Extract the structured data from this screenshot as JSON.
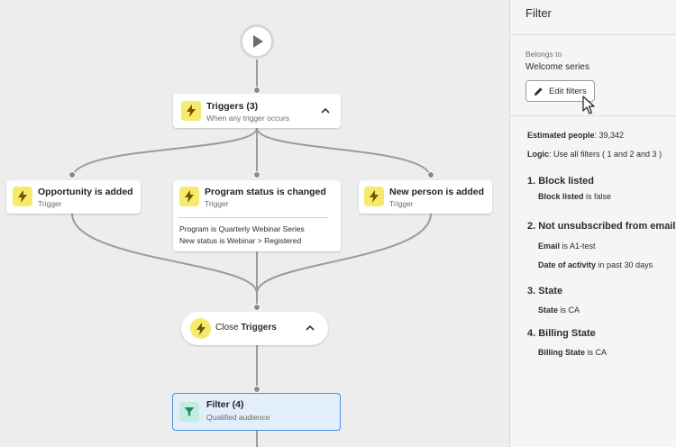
{
  "canvas": {
    "trigger_group": {
      "title": "Triggers (3)",
      "subtitle": "When any trigger occurs"
    },
    "triggers": [
      {
        "title": "Opportunity is added",
        "subtitle": "Trigger"
      },
      {
        "title": "Program status is changed",
        "subtitle": "Trigger",
        "details": [
          "Program is Quarterly Webinar Series",
          "New status is Webinar > Registered"
        ]
      },
      {
        "title": "New person is added",
        "subtitle": "Trigger"
      }
    ],
    "close_triggers": {
      "prefix": "Close",
      "bold": "Triggers"
    },
    "filter": {
      "title": "Filter (4)",
      "subtitle": "Qualified audience"
    }
  },
  "panel": {
    "title": "Filter",
    "belongs_label": "Belongs to",
    "belongs_value": "Welcome series",
    "edit_label": "Edit filters",
    "estimated_label": "Estimated people",
    "estimated_value": ": 39,342",
    "logic_label": "Logic",
    "logic_value": ": Use all filters ( 1 and 2 and 3 )",
    "filters": [
      {
        "heading": "1. Block listed",
        "conditions": [
          {
            "field": "Block listed",
            "rest": " is false"
          }
        ]
      },
      {
        "heading": "2. Not unsubscribed from email",
        "conditions": [
          {
            "field": "Email",
            "rest": " is A1-test"
          },
          {
            "field": "Date of activity",
            "rest": " in past 30 days"
          }
        ]
      },
      {
        "heading": "3. State",
        "conditions": [
          {
            "field": "State",
            "rest": " is CA"
          }
        ]
      },
      {
        "heading": "4. Billing State",
        "conditions": [
          {
            "field": "Billing State",
            "rest": " is CA"
          }
        ]
      }
    ]
  },
  "colors": {
    "accent": "#4b8ee2",
    "bolt": "#f6e96b",
    "filter_icon": "#c6ebe1",
    "filter_bg": "#e3eefb"
  }
}
